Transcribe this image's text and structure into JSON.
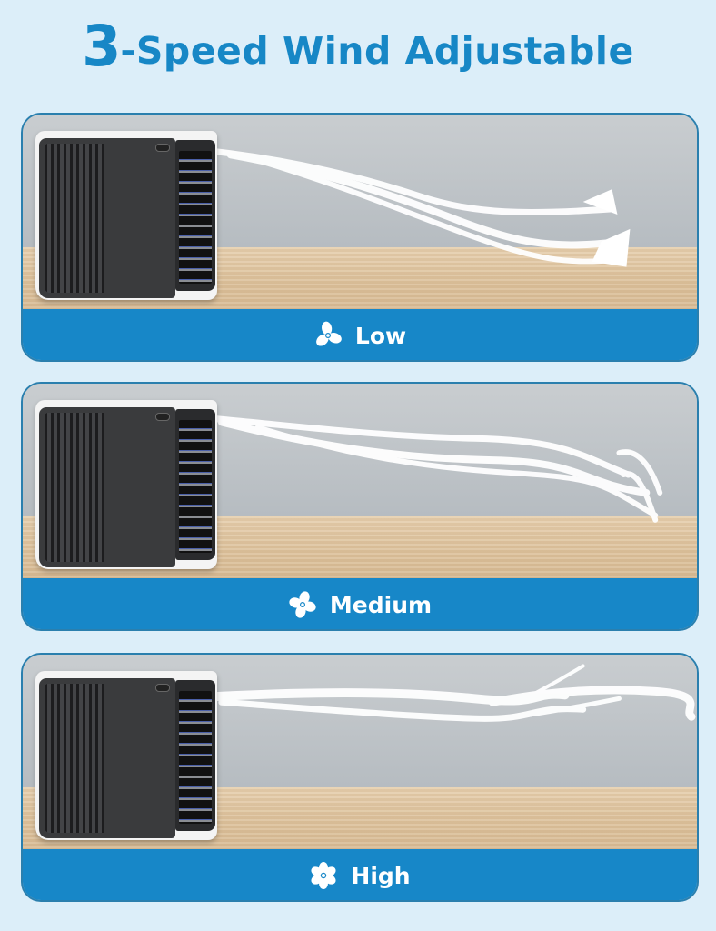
{
  "header": {
    "title_number": "3",
    "title_rest": "-Speed Wind Adjustable"
  },
  "colors": {
    "background": "#dceef9",
    "accent_blue": "#1787c8",
    "title_blue": "#1787c6",
    "label_text": "#ffffff"
  },
  "panels": [
    {
      "speed": "Low",
      "icon": "fan-3-blade-icon"
    },
    {
      "speed": "Medium",
      "icon": "fan-4-blade-icon"
    },
    {
      "speed": "High",
      "icon": "fan-6-blade-icon"
    }
  ]
}
